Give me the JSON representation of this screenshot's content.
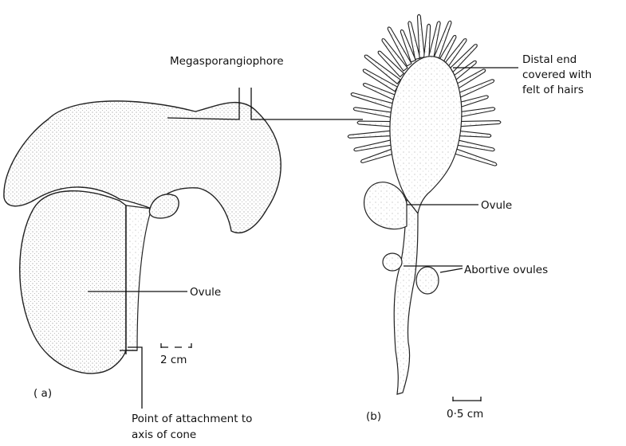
{
  "labels": {
    "megasporangiophore": "Megasporangiophore",
    "distal_end_line1": "Distal end",
    "distal_end_line2": "covered with",
    "distal_end_line3": "felt of hairs",
    "ovule_a": "Ovule",
    "ovule_b": "Ovule",
    "abortive_ovules": "Abortive ovules",
    "scale_a": "2 cm",
    "scale_b": "0·5 cm",
    "panel_a": "( a)",
    "panel_b": "(b)",
    "attachment_line1": "Point of attachment to",
    "attachment_line2": "axis of cone"
  },
  "colors": {
    "ink": "#111111",
    "background": "#ffffff"
  }
}
